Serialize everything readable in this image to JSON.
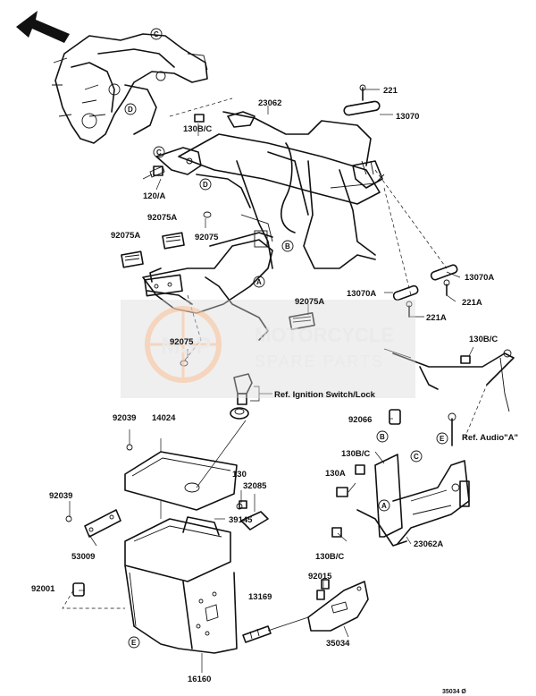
{
  "diagram": {
    "part_labels": {
      "p221_top": "221",
      "p13070": "13070",
      "p23062": "23062",
      "p130bc_1": "130B/C",
      "p120a": "120/A",
      "p92075a_1": "92075A",
      "p92075a_2": "92075A",
      "p92075_1": "92075",
      "p13070a_1": "13070A",
      "p13070a_2": "13070A",
      "p221a_1": "221A",
      "p221a_2": "221A",
      "p92075a_3": "92075A",
      "p92075_2": "92075",
      "p130bc_2": "130B/C",
      "p92039_1": "92039",
      "p14024": "14024",
      "p92066": "92066",
      "p130bc_3": "130B/C",
      "p130a": "130A",
      "p130": "130",
      "p32085": "32085",
      "p92039_2": "92039",
      "p39145": "39145",
      "p53009": "53009",
      "p23062a": "23062A",
      "p130bc_4": "130B/C",
      "p92001": "92001",
      "p13169": "13169",
      "p92015": "92015",
      "p35034": "35034",
      "p16160": "16160"
    },
    "references": {
      "ignition": "Ref. Ignition Switch/Lock",
      "audio": "Ref. Audio\"A\""
    },
    "circle_refs": {
      "A": "A",
      "B": "B",
      "C": "C",
      "D": "D",
      "E": "E"
    },
    "watermark": {
      "line1": "MOTORCYCLE",
      "line2": "SPARE PARTS",
      "logo": "MSP"
    },
    "footer": "35034 Ø"
  }
}
